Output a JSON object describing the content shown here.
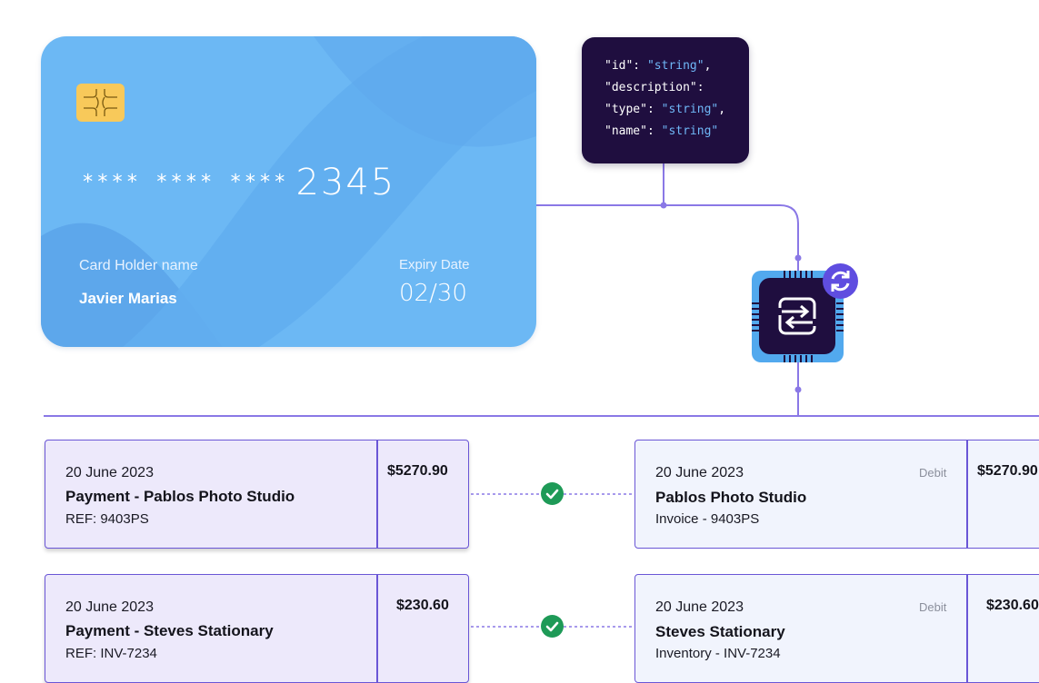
{
  "card": {
    "masked": "**** **** ****",
    "last4": "2345",
    "holder_label": "Card Holder name",
    "holder_name": "Javier Marias",
    "expiry_label": "Expiry Date",
    "expiry_value": "02/30"
  },
  "json_schema": {
    "lines": [
      {
        "key": "\"id\": ",
        "value": "\"string\"",
        "suffix": ","
      },
      {
        "key": "\"description\":",
        "value": "",
        "suffix": ""
      },
      {
        "key": "\"type\": ",
        "value": "\"string\"",
        "suffix": ","
      },
      {
        "key": "\"name\": ",
        "value": "\"string\"",
        "suffix": ""
      }
    ]
  },
  "transactions": [
    {
      "date": "20 June 2023",
      "title": "Payment - Pablos Photo Studio",
      "ref": "REF: 9403PS",
      "amount": "$5270.90"
    },
    {
      "date": "20 June 2023",
      "title": "Payment - Steves Stationary",
      "ref": "REF: INV-7234",
      "amount": "$230.60"
    }
  ],
  "invoices": [
    {
      "date": "20 June 2023",
      "kind": "Debit",
      "title": "Pablos Photo Studio",
      "ref": "Invoice - 9403PS",
      "amount": "$5270.90"
    },
    {
      "date": "20 June 2023",
      "kind": "Debit",
      "title": "Steves Stationary",
      "ref": "Inventory - INV-7234",
      "amount": "$230.60"
    }
  ],
  "colors": {
    "card": "#6cb8f4",
    "dark": "#1f0e3f",
    "connector": "#8a78e6",
    "accent": "#5f4de0",
    "match": "#1e9a57",
    "json_value": "#6fb7f7"
  },
  "icons": {
    "hub": "transfer-arrows-icon",
    "badge": "sync-icon",
    "match": "check-icon",
    "chip": "card-chip-icon"
  }
}
